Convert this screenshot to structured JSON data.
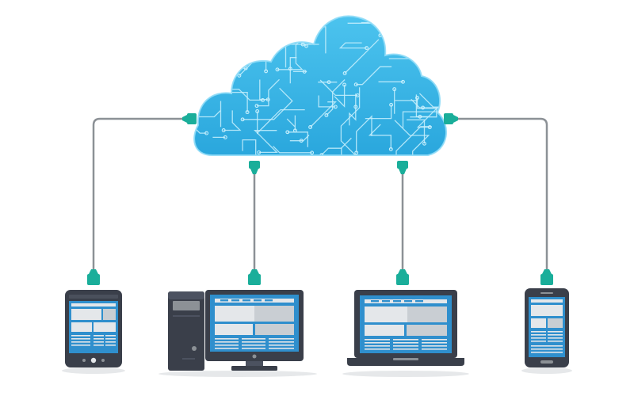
{
  "diagram": {
    "palette": {
      "cloud_fill": "#29abe2",
      "cloud_light": "#8fdcf7",
      "circuit": "#c8f0fd",
      "cable": "#8c9196",
      "connector": "#1aae9a",
      "device_frame": "#3a3f4a",
      "screen_blue": "#2f8fcd",
      "screen_light": "#e4e7ea",
      "shadow": "#e6e8ea"
    },
    "nodes": [
      {
        "id": "cloud",
        "icon": "cloud-circuit-icon"
      },
      {
        "id": "tablet",
        "icon": "tablet-icon"
      },
      {
        "id": "desktop",
        "icon": "desktop-computer-icon"
      },
      {
        "id": "laptop",
        "icon": "laptop-icon"
      },
      {
        "id": "smartphone",
        "icon": "smartphone-icon"
      }
    ],
    "connections": [
      {
        "from": "cloud",
        "to": "tablet"
      },
      {
        "from": "cloud",
        "to": "desktop"
      },
      {
        "from": "cloud",
        "to": "laptop"
      },
      {
        "from": "cloud",
        "to": "smartphone"
      }
    ]
  }
}
